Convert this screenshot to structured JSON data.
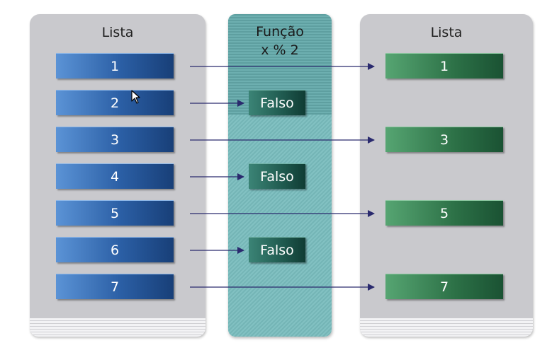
{
  "left_list": {
    "title": "Lista",
    "items": [
      "1",
      "2",
      "3",
      "4",
      "5",
      "6",
      "7"
    ]
  },
  "function": {
    "title_line1": "Função",
    "title_line2": "x % 2",
    "false_label": "Falso"
  },
  "right_list": {
    "title": "Lista",
    "items": [
      "1",
      "3",
      "5",
      "7"
    ]
  },
  "colors": {
    "input_box": "#2b5fa5",
    "output_box": "#2c7046",
    "false_box": "#1f5a4f",
    "arrow": "#2a2a6e"
  }
}
